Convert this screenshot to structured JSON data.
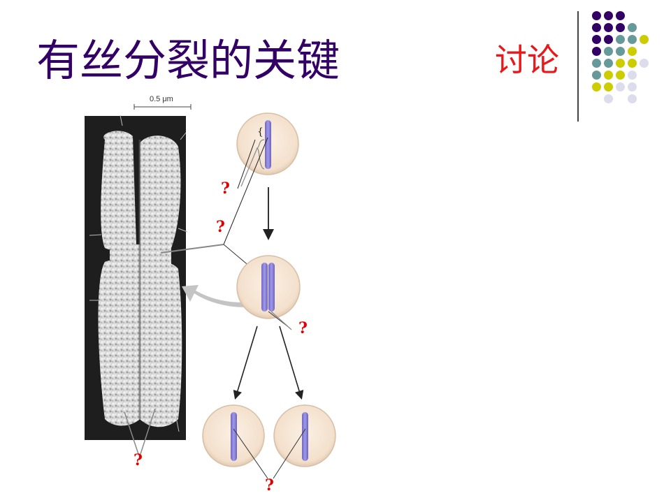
{
  "slide": {
    "title": "有丝分裂的关键",
    "discuss_label": "讨论",
    "colors": {
      "title": "#330066",
      "discuss": "#e8171a",
      "question_mark": "#e00000",
      "dot_purple": "#330066",
      "dot_teal": "#669999",
      "dot_yellow": "#cccc00",
      "dot_lavender": "#dcdcec",
      "chromosome": "#8a7fd6",
      "cell_fill": "#f6e6d4"
    }
  },
  "figure": {
    "scale_bar_label": "0.5 μm",
    "question_marks": [
      "?",
      "?",
      "?",
      "?",
      "?"
    ]
  }
}
